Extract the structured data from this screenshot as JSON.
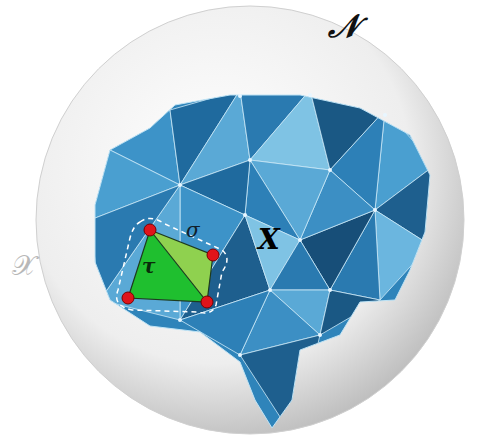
{
  "diagram": {
    "labels": [
      "𝒩",
      "X",
      "σ",
      "τ",
      "𝒳"
    ]
  }
}
